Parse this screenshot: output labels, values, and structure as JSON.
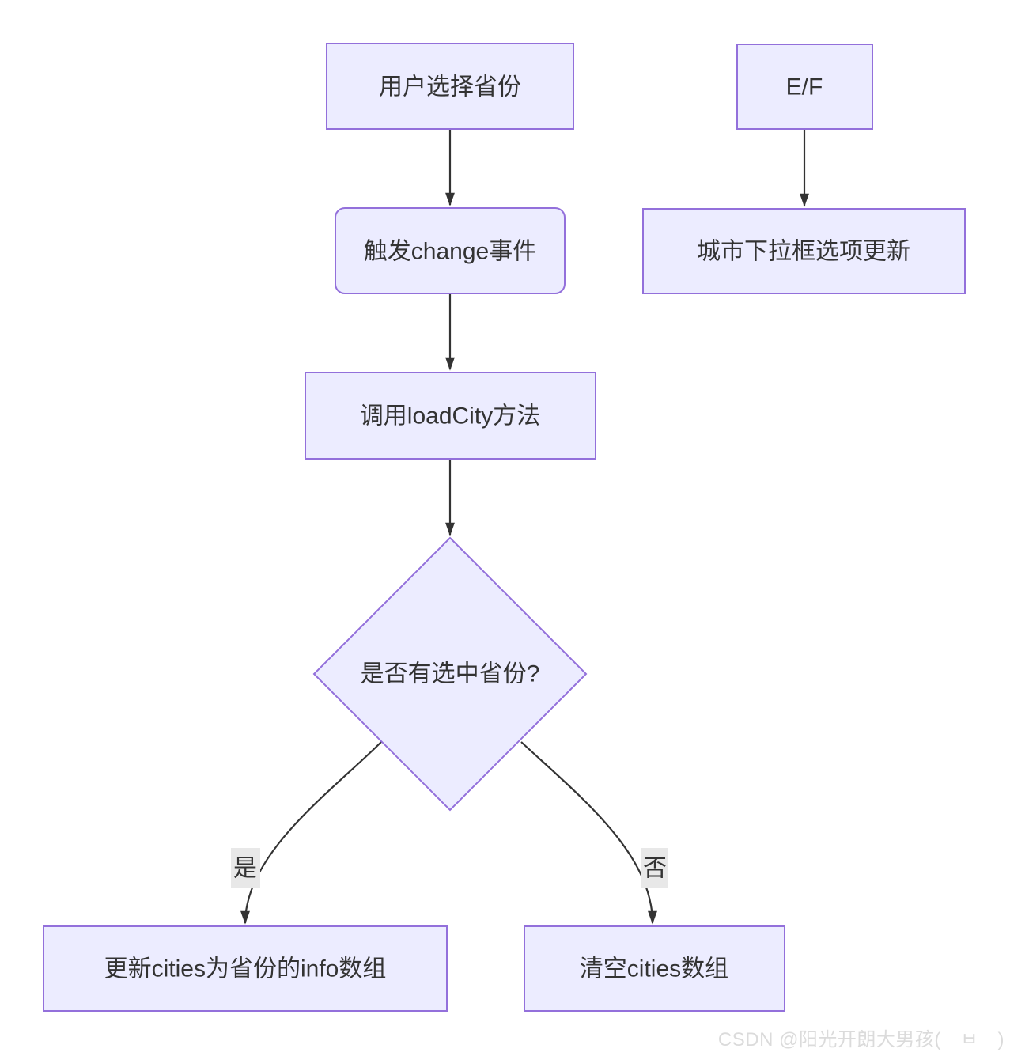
{
  "diagram": {
    "type": "flowchart-top-down",
    "nodes": {
      "select_province": {
        "label": "用户选择省份",
        "shape": "rect"
      },
      "ef": {
        "label": "E/F",
        "shape": "rect"
      },
      "change_event": {
        "label": "触发change事件",
        "shape": "rounded-rect"
      },
      "city_dropdown": {
        "label": "城市下拉框选项更新",
        "shape": "rect"
      },
      "load_city": {
        "label": "调用loadCity方法",
        "shape": "rect"
      },
      "province_check": {
        "label": "是否有选中省份?",
        "shape": "diamond"
      },
      "update_cities": {
        "label": "更新cities为省份的info数组",
        "shape": "rect"
      },
      "clear_cities": {
        "label": "清空cities数组",
        "shape": "rect"
      }
    },
    "edges": [
      {
        "from": "select_province",
        "to": "change_event",
        "label": ""
      },
      {
        "from": "ef",
        "to": "city_dropdown",
        "label": ""
      },
      {
        "from": "change_event",
        "to": "load_city",
        "label": ""
      },
      {
        "from": "load_city",
        "to": "province_check",
        "label": ""
      },
      {
        "from": "province_check",
        "to": "update_cities",
        "label": "是"
      },
      {
        "from": "province_check",
        "to": "clear_cities",
        "label": "否"
      }
    ],
    "edge_labels": {
      "yes": "是",
      "no": "否"
    },
    "colors": {
      "node_fill": "#ECECFF",
      "node_border": "#9370DB",
      "edge": "#333333",
      "text": "#333333",
      "edge_label_bg": "#e8e8e8",
      "watermark": "#dbdbdb"
    }
  },
  "watermark": {
    "text": "CSDN @阳光开朗大男孩(　ㅂ　)"
  }
}
